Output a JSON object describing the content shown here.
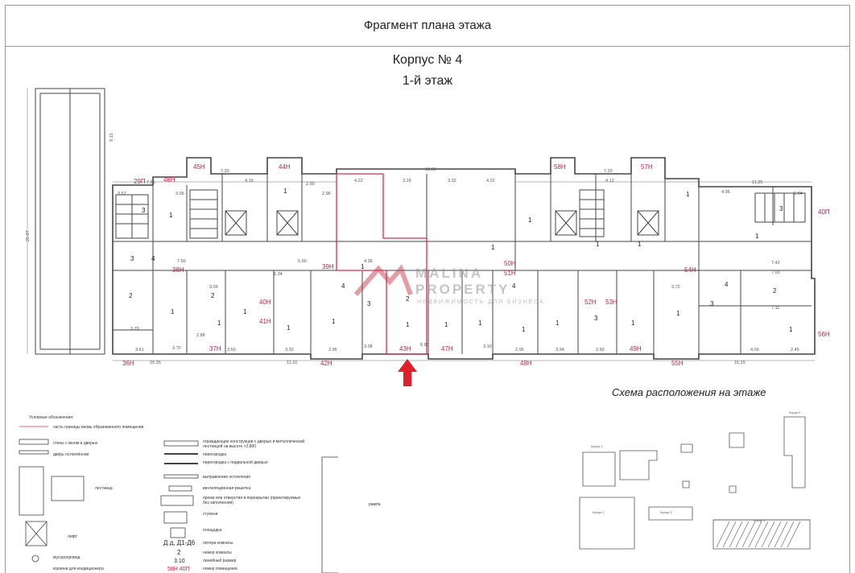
{
  "header": {
    "title": "Фрагмент плана этажа"
  },
  "building": {
    "name": "Корпус № 4",
    "floor": "1-й этаж"
  },
  "watermark": {
    "brand_top": "MALINA",
    "brand_bottom": "PROPERTY",
    "tagline": "НЕДВИЖИМОСТЬ ДЛЯ БИЗНЕСА"
  },
  "schema": {
    "title": "Схема расположения на этаже"
  },
  "units_top": [
    "29П",
    "46Н",
    "45Н",
    "44Н",
    "58Н",
    "57Н",
    "40П"
  ],
  "units_mid": [
    "38Н",
    "39Н",
    "50Н",
    "51Н",
    "54Н"
  ],
  "units_low": [
    "40Н",
    "41Н",
    "52Н",
    "53Н"
  ],
  "units_bottom": [
    "36Н",
    "37Н",
    "42Н",
    "43Н",
    "47Н",
    "48Н",
    "49Н",
    "55Н",
    "56Н"
  ],
  "dims": [
    "7.25",
    "3.57",
    "7.20",
    "4.16",
    "2.90",
    "2.96",
    "4.22",
    "3.29",
    "18.92",
    "3.32",
    "4.22",
    "7.20",
    "4.12",
    "11.25",
    "4.95",
    "5.04",
    "3.06",
    "7.50",
    "5.60",
    "4.36",
    "3.09",
    "6.34",
    "3.72",
    "7.42",
    "7.00",
    "7.11",
    "15.35",
    "3.70",
    "3.50",
    "3.32",
    "11.10",
    "2.96",
    "3.08",
    "3.10",
    "2.95",
    "3.34",
    "2.60",
    "4.09",
    "2.45",
    "15.15",
    "6.65",
    "2.88",
    "3.79",
    "3.61",
    "25.07",
    "9.15"
  ],
  "legend": {
    "title": "Условные обозначения:",
    "items_left": [
      "часть границы вновь образованного помещения",
      "стена с окном и дверью",
      "дверь остеклённая",
      "лестница",
      "лифт",
      "мусоропровод",
      "корзина для кондиционера"
    ],
    "items_right": [
      "ограждающие конструкции с дверью и металлической лестницей на высоте >2,800",
      "перегородка",
      "перегородка с подвальной дверью",
      "выправление остекления",
      "вентиляционная решетка",
      "проем или отверстия в перекрытии (проектируемые без заполнения)",
      "ступени",
      "площадка",
      "литера комнаты",
      "номер комнаты",
      "линейный размер",
      "номер помещения"
    ],
    "grid_label": "рампа",
    "symbol_letters": "Д д, Д1-Д6",
    "symbol_num": "2",
    "symbol_dim": "3.10",
    "symbol_unit": "58Н 40П"
  },
  "schema_corpus": [
    "Корпус 1",
    "Корпус 2",
    "Корпус 3",
    "Корпус 4",
    "Корпус 5"
  ],
  "colors": {
    "unit_label": "#c0204a",
    "line": "#444444",
    "highlight": "#d0304f",
    "arrow": "#e0202a"
  }
}
